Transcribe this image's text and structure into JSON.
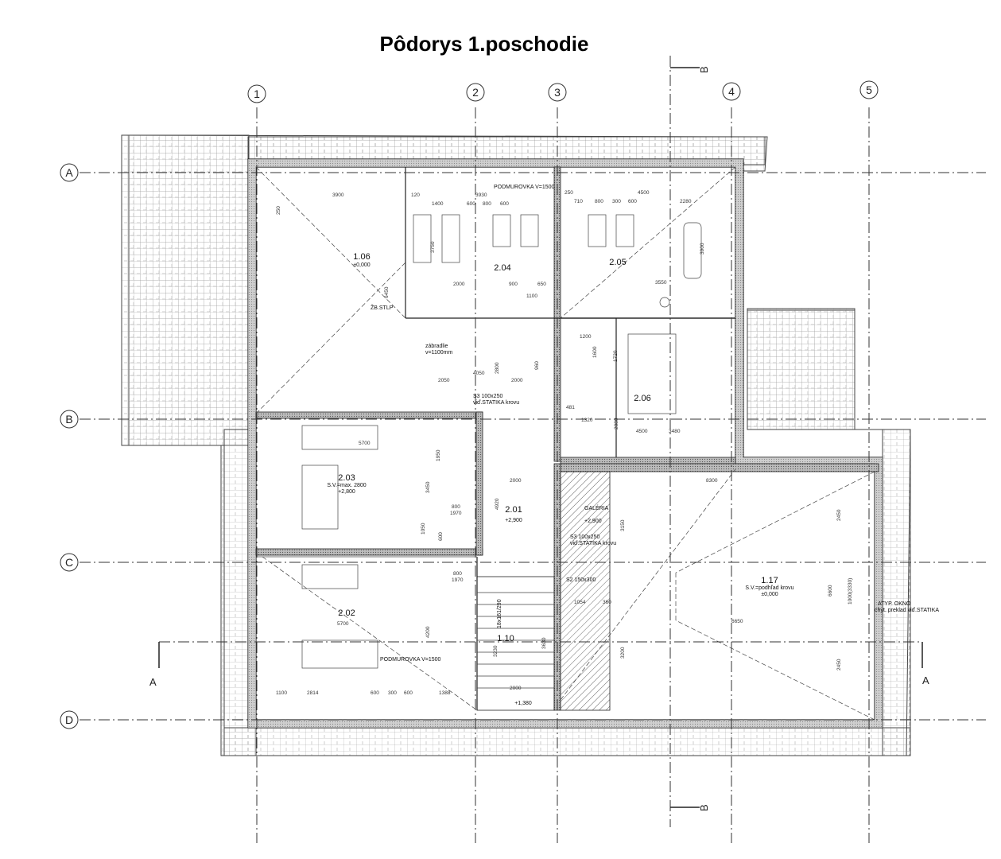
{
  "title": "Pôdorys 1.poschodie",
  "axes": {
    "columns": [
      "1",
      "2",
      "3",
      "4",
      "5"
    ],
    "rows": [
      "A",
      "B",
      "C",
      "D"
    ]
  },
  "sections": {
    "a_left": "A",
    "a_right": "A",
    "b_top": "B",
    "b_bottom": "B"
  },
  "rooms": {
    "r106": {
      "number": "1.06",
      "level": "±0,000"
    },
    "r204": {
      "number": "2.04"
    },
    "r205": {
      "number": "2.05"
    },
    "r206": {
      "number": "2.06"
    },
    "r203": {
      "number": "2.03",
      "note": "S.V.=max. 2800",
      "level": "+2,800"
    },
    "r201": {
      "number": "2.01",
      "level": "+2,900"
    },
    "r202": {
      "number": "2.02"
    },
    "r110": {
      "number": "1.10",
      "level": "+1,380"
    },
    "r117": {
      "number": "1.17",
      "note": "S.V.=podhľad krovu",
      "level": "±0,000"
    }
  },
  "annotations": {
    "galeria": "GALÉRIA",
    "galeria_level": "+2,900",
    "podmurovka_top": "PODMUROVKA V=1500",
    "podmurovka_bottom": "PODMUROVKA V=1500",
    "zb_stlp": "ŽB.STLP",
    "zabradlie_1": "zábradlie",
    "zabradlie_2": "v=1100mm",
    "s3_1": "S3 100x250",
    "s3_2": "viď.STATIKA krovu",
    "s3b_1": "S3 100x250",
    "s3b_2": "viď.STATIKA krovu",
    "s2": "S2 150x300",
    "atyp_1": "ATYP. OKNO",
    "atyp_2": "chyt. preklad viď.STATIKA",
    "stairs": "18x161/290"
  },
  "dimensions": {
    "d3900": "3900",
    "d120": "120",
    "d3930": "3930",
    "d1400": "1400",
    "d600a": "600",
    "d800a": "800",
    "d600b": "600",
    "d250a": "250",
    "d4500a": "4500",
    "d710": "710",
    "d800b": "800",
    "d300a": "300",
    "d600c": "600",
    "d2280": "2280",
    "d2000a": "2000",
    "d900a": "900",
    "d650": "650",
    "d3550": "3550",
    "d1100": "1100",
    "d1200": "1200",
    "d1720": "1720",
    "d1600": "1600",
    "d4050": "4050",
    "d2000b": "2000",
    "d2050": "2050",
    "d2800": "2800",
    "d960": "960",
    "d1320": "1320",
    "d2080": "2080",
    "d4500b": "4500",
    "d3480": "3480",
    "d481": "481",
    "d5700a": "5700",
    "d1950": "1950",
    "d3450": "3450",
    "d250b": "250",
    "d2000c": "2000",
    "d4920": "4920",
    "d800c": "800",
    "d1970a": "1970",
    "d1050": "1050",
    "d600d": "600",
    "d8300": "8300",
    "d2450a": "2450",
    "d3150": "3150",
    "d6650": "6650",
    "d6600": "6600",
    "d1000": "1000(3330)",
    "d1054": "1054",
    "d360": "360",
    "d5700b": "5700",
    "d4200": "4200",
    "d3230": "3230",
    "d3630": "3630",
    "d2000d": "2000",
    "d1100b": "1100",
    "d2814": "2814",
    "d600e": "600",
    "d300b": "300",
    "d600f": "600",
    "d1388": "1388",
    "d2450b": "2450",
    "d3200": "3200",
    "d3900b": "3900",
    "d6450": "6450",
    "d800d": "800",
    "d1970b": "1970",
    "d3750": "3750"
  }
}
